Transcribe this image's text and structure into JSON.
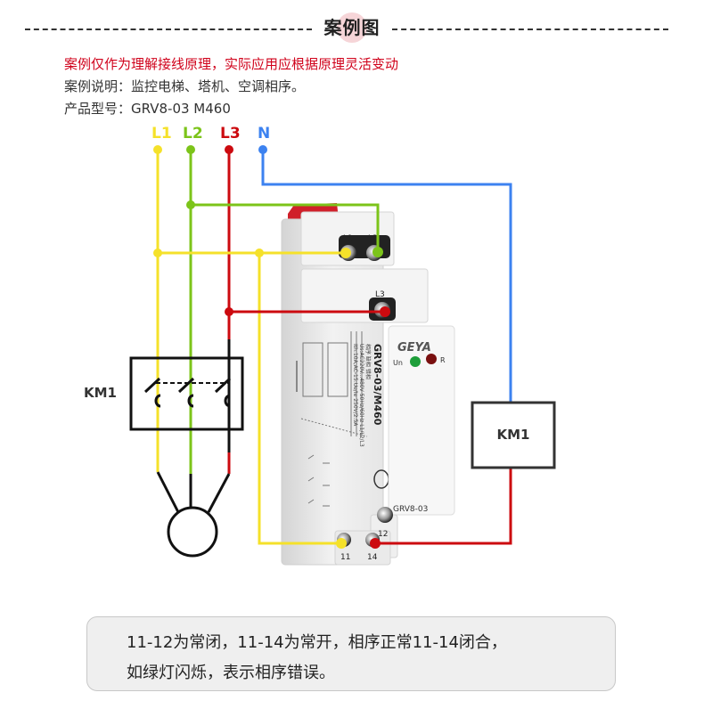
{
  "header": {
    "title": "案例图"
  },
  "intro": {
    "warning": "案例仅作为理解接线原理，实际应用应根据原理灵活变动",
    "description": "案例说明：监控电梯、塔机、空调相序。",
    "model": "产品型号：GRV8-03 M460"
  },
  "diagram": {
    "phases": [
      {
        "label": "L1",
        "color": "#f5e12a"
      },
      {
        "label": "L2",
        "color": "#7cc41a"
      },
      {
        "label": "L3",
        "color": "#cc0a0f"
      },
      {
        "label": "N",
        "color": "#3c82f0"
      }
    ],
    "contactor_label": "KM1",
    "coil_label": "KM1",
    "relay": {
      "brand": "GEYA",
      "model_side": "GRV8-03/M460",
      "model_front": "GRV8-03",
      "spec_lines": [
        "相序 缺相 错相",
        "Us:AC220V...480V 50Hz/60Hz L1/L2/L3",
        "Ith:10A;AC-15:Ue/Ie 250V/2.5A"
      ],
      "led_un": "Un",
      "led_r": "R",
      "terminals": {
        "t_l1": "L1",
        "t_l2": "L2",
        "t_l3": "L3",
        "t_11": "11",
        "t_12": "12",
        "t_14": "14"
      },
      "led_un_color": "#1e9e3a",
      "led_r_color": "#7a1010"
    }
  },
  "note": {
    "line1": "11-12为常闭，11-14为常开，相序正常11-14闭合，",
    "line2": "如绿灯闪烁，表示相序错误。"
  }
}
